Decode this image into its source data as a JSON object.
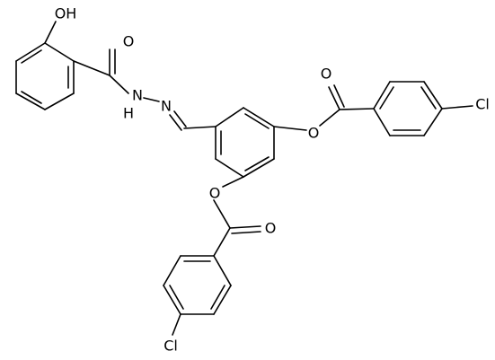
{
  "atoms": {
    "hydroxyl": "OH",
    "amide_carbonyl_o": "O",
    "hydrazide_nh": "N",
    "hydrazide_h": "H",
    "imine_n": "N",
    "ester1_ring_o": "O",
    "ester1_carbonyl_o": "O",
    "chloro_right": "Cl",
    "ester2_ring_o": "O",
    "ester2_carbonyl_o": "O",
    "chloro_bottom": "Cl"
  },
  "colors": {
    "bond": "#000000",
    "background": "#ffffff"
  }
}
